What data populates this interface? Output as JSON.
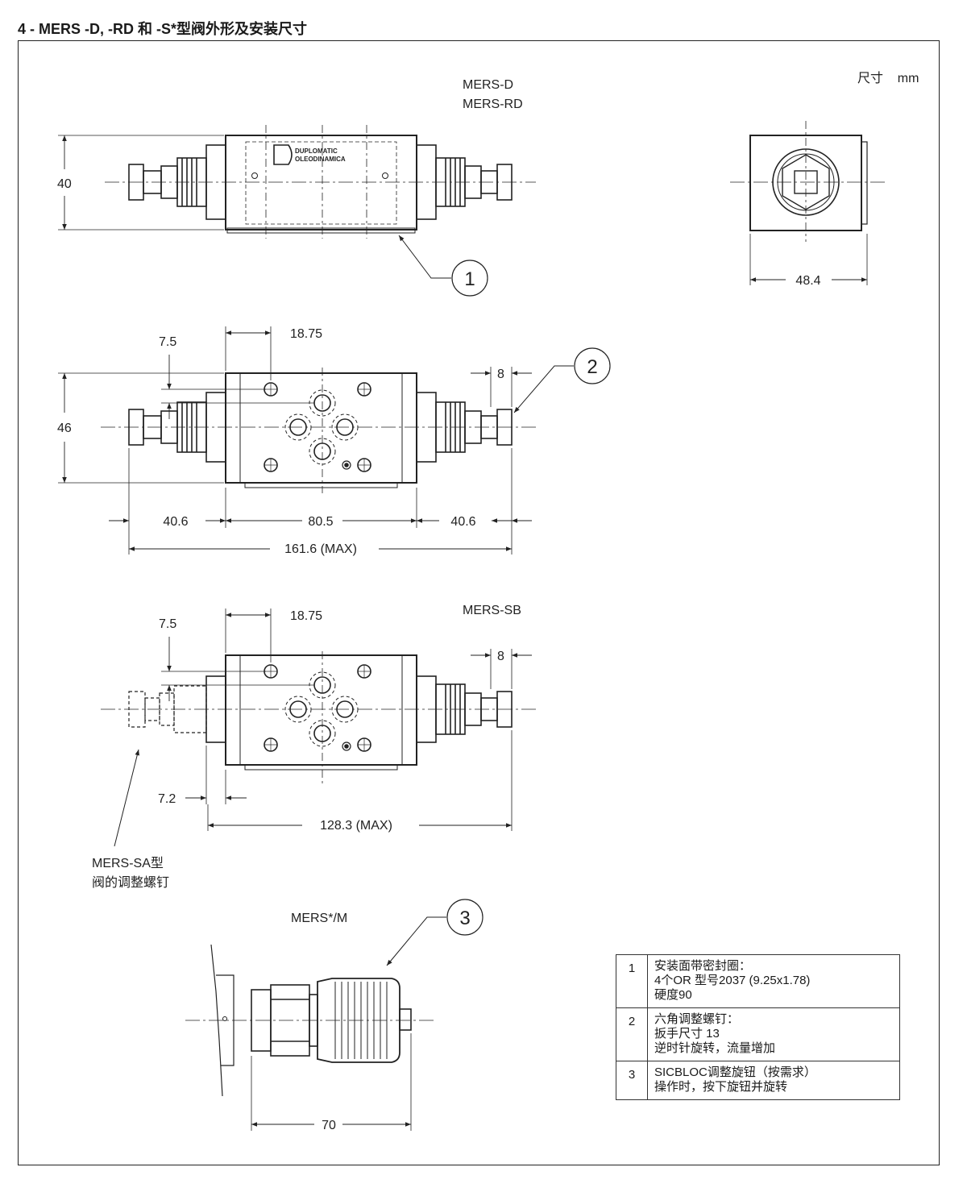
{
  "title": "4 - MERS -D, -RD 和 -S*型阀外形及安装尺寸",
  "units_label": "尺寸    mm",
  "views": {
    "top": {
      "label_line1": "MERS-D",
      "label_line2": "MERS-RD",
      "dim_height": "40",
      "callout": "1",
      "logo_line1": "DUPLOMATIC",
      "logo_line2": "OLEODINAMICA"
    },
    "side": {
      "dim_width": "48.4"
    },
    "plan": {
      "dim_7_5": "7.5",
      "dim_18_75": "18.75",
      "dim_8": "8",
      "dim_46": "46",
      "callout": "2",
      "dim_left": "40.6",
      "dim_mid": "80.5",
      "dim_right": "40.6",
      "dim_total": "161.6 (MAX)"
    },
    "sb": {
      "label": "MERS-SB",
      "dim_7_5": "7.5",
      "dim_18_75": "18.75",
      "dim_8": "8",
      "dim_7_2": "7.2",
      "dim_total": "128.3 (MAX)",
      "note_line1": "MERS-SA型",
      "note_line2": "阀的调整螺钉"
    },
    "m": {
      "label": "MERS*/M",
      "callout": "3",
      "dim_70": "70"
    }
  },
  "legend": [
    {
      "num": "1",
      "lines": [
        "安装面带密封圈：",
        "4个OR  型号2037 (9.25x1.78)",
        "硬度90"
      ]
    },
    {
      "num": "2",
      "lines": [
        "六角调整螺钉：",
        "扳手尺寸  13",
        "逆时针旋转，流量增加"
      ]
    },
    {
      "num": "3",
      "lines": [
        "SICBLOC调整旋钮（按需求）",
        "操作时，按下旋钮并旋转"
      ]
    }
  ]
}
